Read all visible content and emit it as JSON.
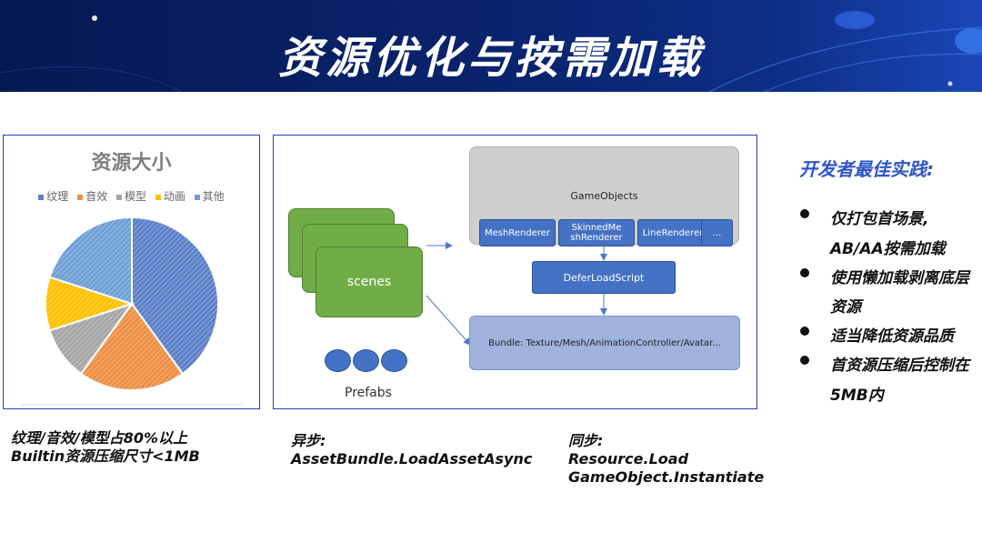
{
  "header": {
    "title": "资源优化与按需加载"
  },
  "chart_data": {
    "type": "pie",
    "title": "资源大小",
    "legend_position": "top",
    "categories": [
      "纹理",
      "音效",
      "模型",
      "动画",
      "其他"
    ],
    "values": [
      40,
      20,
      10,
      10,
      20
    ],
    "colors": [
      "#5b7fc7",
      "#ed8e43",
      "#a5a5a5",
      "#ffc000",
      "#6e9fd6"
    ]
  },
  "diagram": {
    "gameobjects_label": "GameObjects",
    "renderers": [
      "MeshRenderer",
      "SkinnedMe shRenderer",
      "LineRenderer",
      "..."
    ],
    "defer_label": "DeferLoadScript",
    "bundle_label": "Bundle: Texture/Mesh/AnimationController/Avatar...",
    "scenes_label": "scenes",
    "prefabs_label": "Prefabs"
  },
  "best_practices": {
    "title": "开发者最佳实践:",
    "items": [
      {
        "lines": [
          "仅打包首场景,",
          "AB/AA按需加载"
        ]
      },
      {
        "lines": [
          "使用懒加载剥离底层",
          "资源"
        ]
      },
      {
        "lines": [
          "适当降低资源品质"
        ]
      },
      {
        "lines": [
          "首资源压缩后控制在",
          "5MB内"
        ]
      }
    ]
  },
  "captions": {
    "left": [
      "纹理/音效/模型占80%以上",
      "Builtin资源压缩尺寸<1MB"
    ],
    "async": [
      "异步:",
      "AssetBundle.LoadAssetAsync"
    ],
    "sync": [
      "同步:",
      "Resource.Load",
      "GameObject.Instantiate"
    ]
  }
}
